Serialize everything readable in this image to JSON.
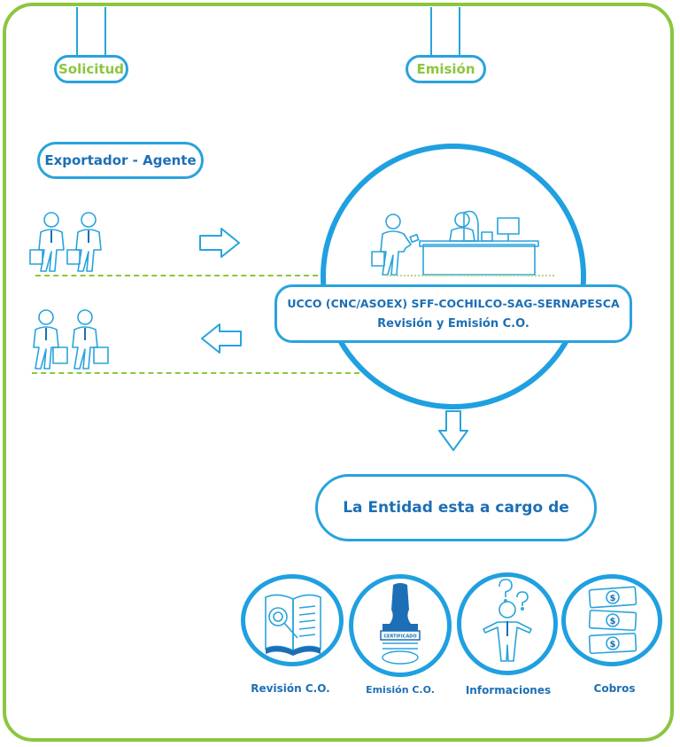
{
  "header": {
    "solicitud_label": "Solicitud",
    "emision_label": "Emisión"
  },
  "actor_label": "Exportador - Agente",
  "entity_box": {
    "line1": "UCCO (CNC/ASOEX)  SFF-COCHILCO-SAG-SERNAPESCA",
    "line2": "Revisión y Emisión C.O."
  },
  "responsibility_label": "La Entidad esta a cargo de",
  "services": [
    {
      "label": "Revisión C.O.",
      "icon": "book-magnifier-icon"
    },
    {
      "label": "Emisión C.O.",
      "icon": "certificate-stamp-icon"
    },
    {
      "label": "Informaciones",
      "icon": "question-person-icon"
    },
    {
      "label": "Cobros",
      "icon": "money-bills-icon"
    }
  ],
  "stamp_text": "CERTIFICADO",
  "colors": {
    "frame_green": "#8cc63f",
    "line_blue": "#29a3dc",
    "text_blue": "#1d6fb5"
  }
}
